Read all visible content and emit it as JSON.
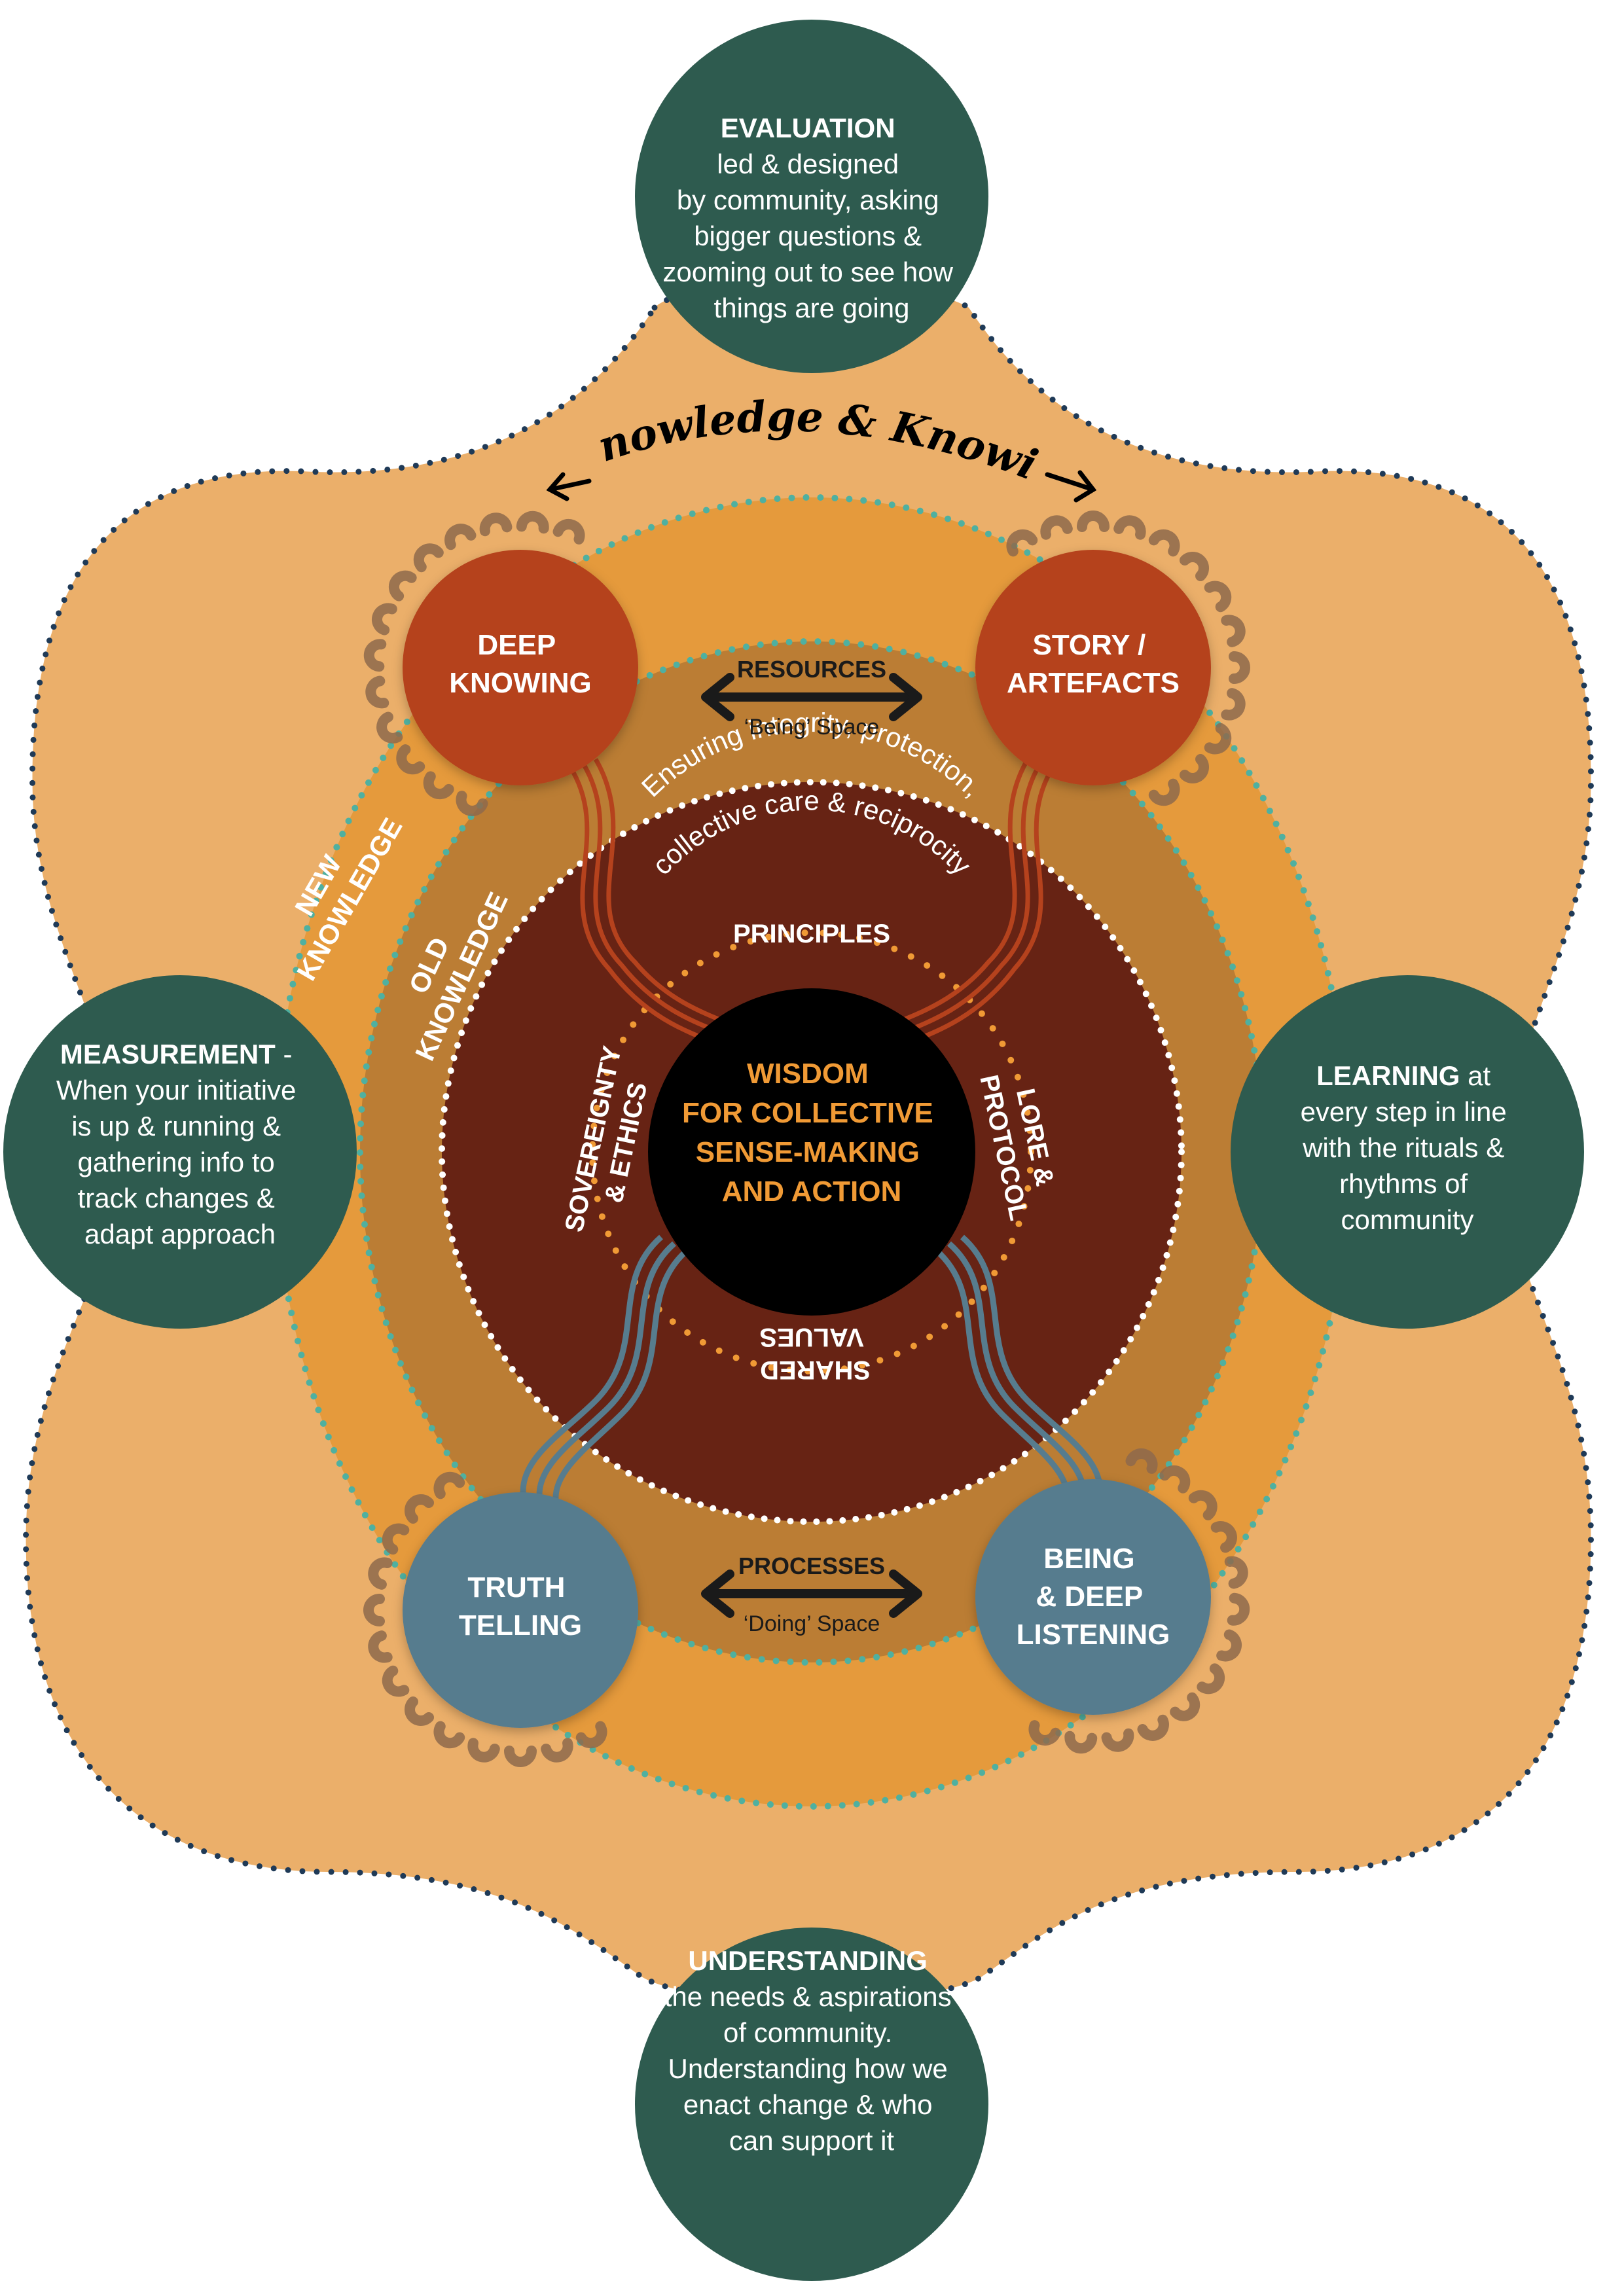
{
  "colors": {
    "outer_blob": "#EBAF6A",
    "mid_ring": "#E59A3C",
    "old_ring": "#BB7D34",
    "inner_disc": "#672314",
    "center": "#000000",
    "green_node": "#2E5B4F",
    "rust_node": "#B5421D",
    "blue_node": "#577C8E",
    "teal_dots": "#4FB0A0",
    "navy_dots": "#1F3A57",
    "orange_accent": "#F09A35",
    "arc_brown": "#8E6A4C"
  },
  "outer_nodes": {
    "evaluation": {
      "title": "EVALUATION",
      "lines": [
        "led & designed",
        "by community, asking",
        "bigger questions &",
        "zooming out to see how",
        "things are going"
      ]
    },
    "measurement": {
      "title": "MEASUREMENT",
      "title_suffix": " -",
      "lines": [
        "When your initiative",
        "is up & running &",
        "gathering info to",
        "track changes &",
        "adapt approach"
      ]
    },
    "learning": {
      "title": "LEARNING",
      "title_suffix": " at",
      "lines": [
        "every step in line",
        "with the rituals &",
        "rhythms of",
        "community"
      ]
    },
    "understanding": {
      "title": "UNDERSTANDING",
      "lines": [
        "the needs & aspirations",
        "of community.",
        "Understanding how we",
        "enact change & who",
        "can support it"
      ]
    }
  },
  "knowledge_label": "Knowledge & Knowing",
  "ring_labels": {
    "new_knowledge": [
      "NEW",
      "KNOWLEDGE"
    ],
    "old_knowledge": [
      "OLD",
      "KNOWLEDGE"
    ]
  },
  "inner_nodes": {
    "deep_knowing": [
      "DEEP",
      "KNOWING"
    ],
    "story_artefacts": [
      "STORY /",
      "ARTEFACTS"
    ],
    "truth_telling": [
      "TRUTH",
      "TELLING"
    ],
    "being_listening": [
      "BEING",
      "& DEEP",
      "LISTENING"
    ]
  },
  "links": {
    "resources": {
      "label": "RESOURCES",
      "sub": "‘Being’ Space"
    },
    "processes": {
      "label": "PROCESSES",
      "sub": "‘Doing’ Space"
    }
  },
  "inner_text": {
    "integrity_line1": "Ensuring integrity, protection,",
    "integrity_line2": "collective care & reciprocity",
    "principles": "PRINCIPLES",
    "lore_protocol": [
      "LORE &",
      "PROTOCOL"
    ],
    "sovereignty_ethics": [
      "SOVEREIGNTY",
      "& ETHICS"
    ],
    "shared_values": [
      "SHARED",
      "VALUES"
    ]
  },
  "center": {
    "lines": [
      "WISDOM",
      "FOR COLLECTIVE",
      "SENSE-MAKING",
      "AND ACTION"
    ]
  }
}
